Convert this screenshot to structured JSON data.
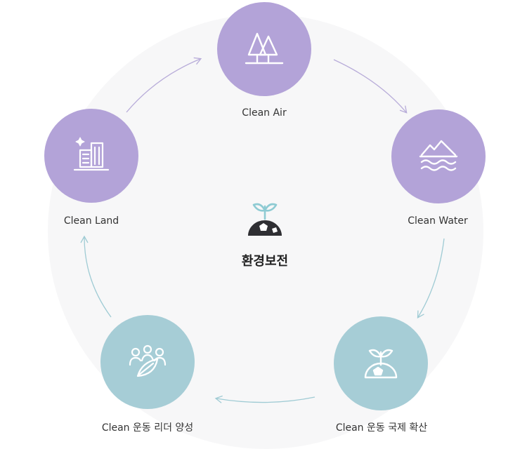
{
  "diagram": {
    "center": {
      "title": "환경보전",
      "icon": "seedling-globe-icon"
    },
    "nodes": [
      {
        "id": "air",
        "label": "Clean Air",
        "icon": "trees-icon",
        "color": "#b3a3d8"
      },
      {
        "id": "water",
        "label": "Clean Water",
        "icon": "waves-mountain-icon",
        "color": "#b3a3d8"
      },
      {
        "id": "global",
        "label": "Clean 운동 국제 확산",
        "icon": "seedling-globe-icon",
        "color": "#a6cdd6"
      },
      {
        "id": "leader",
        "label": "Clean 운동 리더 양성",
        "icon": "people-leaf-icon",
        "color": "#a6cdd6"
      },
      {
        "id": "land",
        "label": "Clean Land",
        "icon": "buildings-icon",
        "color": "#b3a3d8"
      }
    ],
    "colors": {
      "purple": "#b3a3d8",
      "teal": "#a6cdd6",
      "arrow_purple": "#b8acd9",
      "arrow_teal": "#9fcbd4"
    }
  }
}
